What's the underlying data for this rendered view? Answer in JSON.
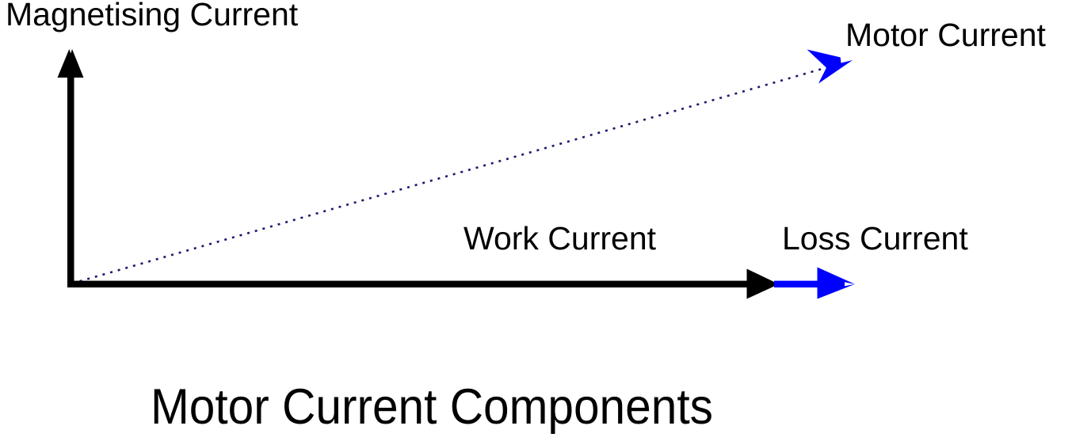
{
  "diagram": {
    "title": "Motor Current Components",
    "background_color": "#ffffff",
    "labels": {
      "magnetising_current": "Magnetising Current",
      "motor_current": "Motor Current",
      "work_current": "Work Current",
      "loss_current": "Loss Current"
    },
    "colors": {
      "axis": "#000000",
      "work_arrow": "#000000",
      "loss_arrow": "#0000ff",
      "motor_arrow": "#0000ff",
      "motor_line": "#1a1a6e",
      "text": "#000000"
    },
    "icon_names": {
      "vertical_axis": "magnetising-axis-arrow-icon",
      "horizontal_axis": "work-current-arrow-icon",
      "loss": "loss-current-arrow-icon",
      "motor": "motor-current-arrow-icon",
      "motor_line": "motor-current-dotted-line-icon"
    }
  },
  "chart_data": {
    "type": "diagram",
    "title": "Motor Current Components",
    "description": "Vector diagram of motor current components: the magnetising current on the vertical axis, the work current on the horizontal axis extended by the loss current, and the resultant motor current shown as a dotted diagonal vector.",
    "origin": [
      90,
      359
    ],
    "axes": {
      "vertical": {
        "label": "Magnetising Current",
        "from": [
          90,
          359
        ],
        "to": [
          90,
          58
        ],
        "color": "#000000",
        "arrowhead": "solid-triangle"
      },
      "horizontal": {
        "label": "Work Current",
        "from": [
          90,
          359
        ],
        "to": [
          982,
          359
        ],
        "color": "#000000",
        "arrowhead": "solid-triangle"
      }
    },
    "vectors": [
      {
        "name": "Work Current",
        "from": [
          90,
          359
        ],
        "to": [
          982,
          359
        ],
        "color": "#000000",
        "style": "solid",
        "label_position": [
          585,
          281
        ]
      },
      {
        "name": "Loss Current",
        "from": [
          978,
          359
        ],
        "to": [
          1078,
          359
        ],
        "color": "#0000ff",
        "style": "solid",
        "label_position": [
          987,
          281
        ]
      },
      {
        "name": "Motor Current",
        "from": [
          90,
          359
        ],
        "to": [
          1073,
          78
        ],
        "color": "#1a1a6e",
        "style": "dotted",
        "arrow_color": "#0000ff",
        "arrowhead": "swept-barbed",
        "label_position": [
          1067,
          24
        ]
      }
    ],
    "xlabel": "Work Current",
    "ylabel": "Magnetising Current",
    "grid": false,
    "legend": "none"
  }
}
